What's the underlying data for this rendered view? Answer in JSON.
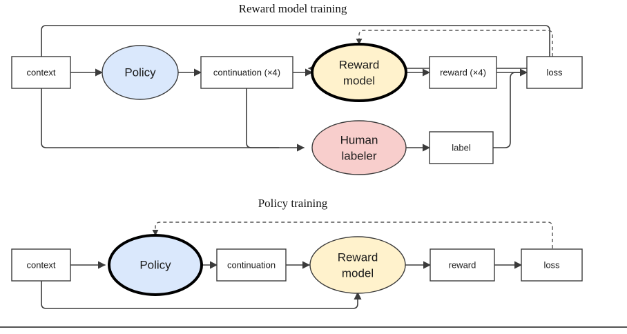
{
  "figure": {
    "title_top": "Reward model training",
    "title_bottom": "Policy training",
    "colors": {
      "policy_fill": "#dae8fc",
      "reward_model_fill": "#fff2cc",
      "human_labeler_fill": "#f8cecc",
      "box_fill": "#ffffff",
      "stroke": "#3b3b3b",
      "stroke_bold": "#000000",
      "dashed_stroke": "#555555",
      "text": "#1a1a1a"
    }
  },
  "reward_model_training": {
    "title": "Reward model training",
    "nodes": {
      "context": "context",
      "policy": "Policy",
      "continuation": "continuation (×4)",
      "reward_model_line1": "Reward",
      "reward_model_line2": "model",
      "human_labeler_line1": "Human",
      "human_labeler_line2": "labeler",
      "reward": "reward (×4)",
      "label": "label",
      "loss": "loss"
    }
  },
  "policy_training": {
    "title": "Policy training",
    "nodes": {
      "context": "context",
      "policy": "Policy",
      "continuation": "continuation",
      "reward_model_line1": "Reward",
      "reward_model_line2": "model",
      "reward": "reward",
      "loss": "loss"
    }
  }
}
